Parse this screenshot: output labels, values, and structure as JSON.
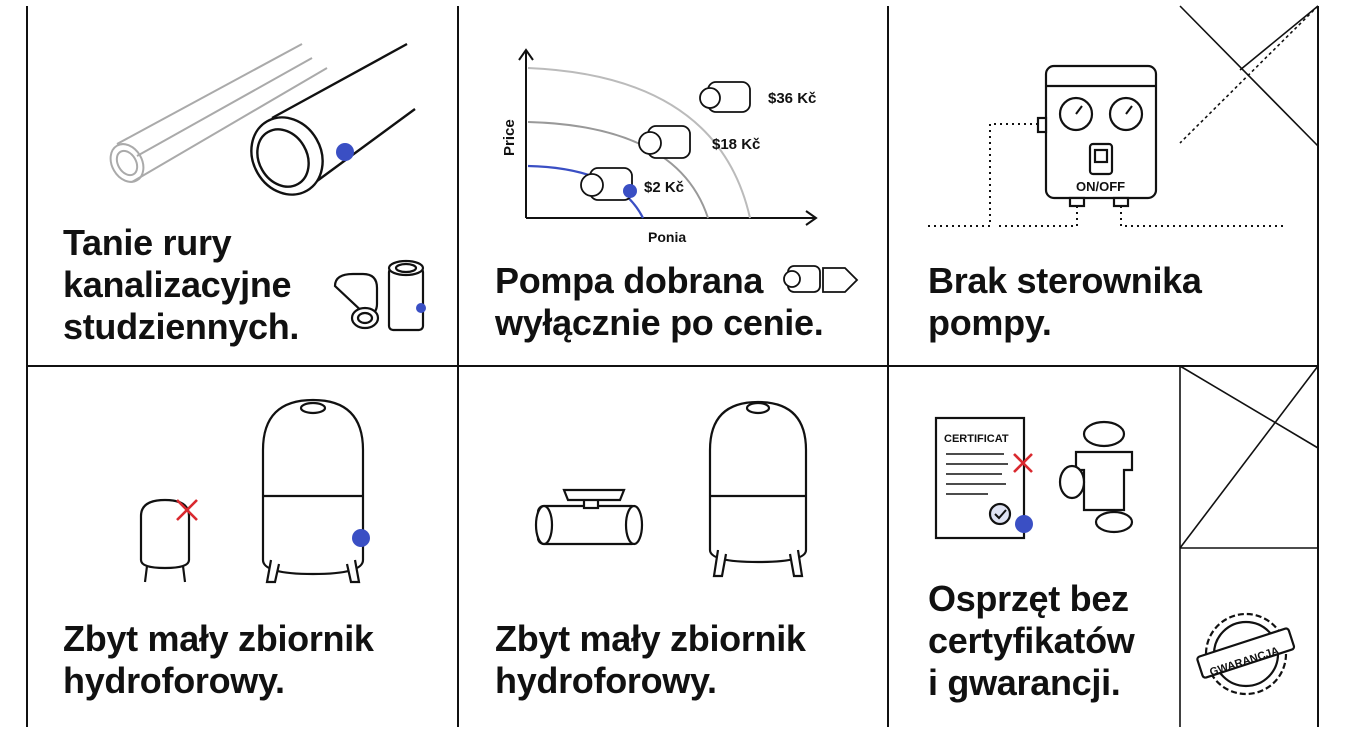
{
  "panels": [
    {
      "title": "Tanie rury\nkanalizacyjne\nstudziennych."
    },
    {
      "title": "Pompa dobrana\nwyłącznie po cenie.",
      "chart": {
        "ylabel": "Price",
        "xlabel": "Ponia",
        "price_tags": [
          "$36 Kč",
          "$18 Kč",
          "$2 Kč"
        ]
      }
    },
    {
      "title": "Brak sterownika\npompy.",
      "switch_label": "ON/OFF"
    },
    {
      "title": "Zbyt mały zbiornik\nhydroforowy."
    },
    {
      "title": "Zbyt mały zbiornik\nhydroforowy."
    },
    {
      "title": "Osprzęt bez\ncertyfikatów\ni gwarancji.",
      "certificate_label": "CERTIFICAT",
      "seal_label": "GWARANCJA"
    }
  ],
  "colors": {
    "accent": "#3a4fc4",
    "cross": "#d9292f",
    "line": "#111111"
  }
}
